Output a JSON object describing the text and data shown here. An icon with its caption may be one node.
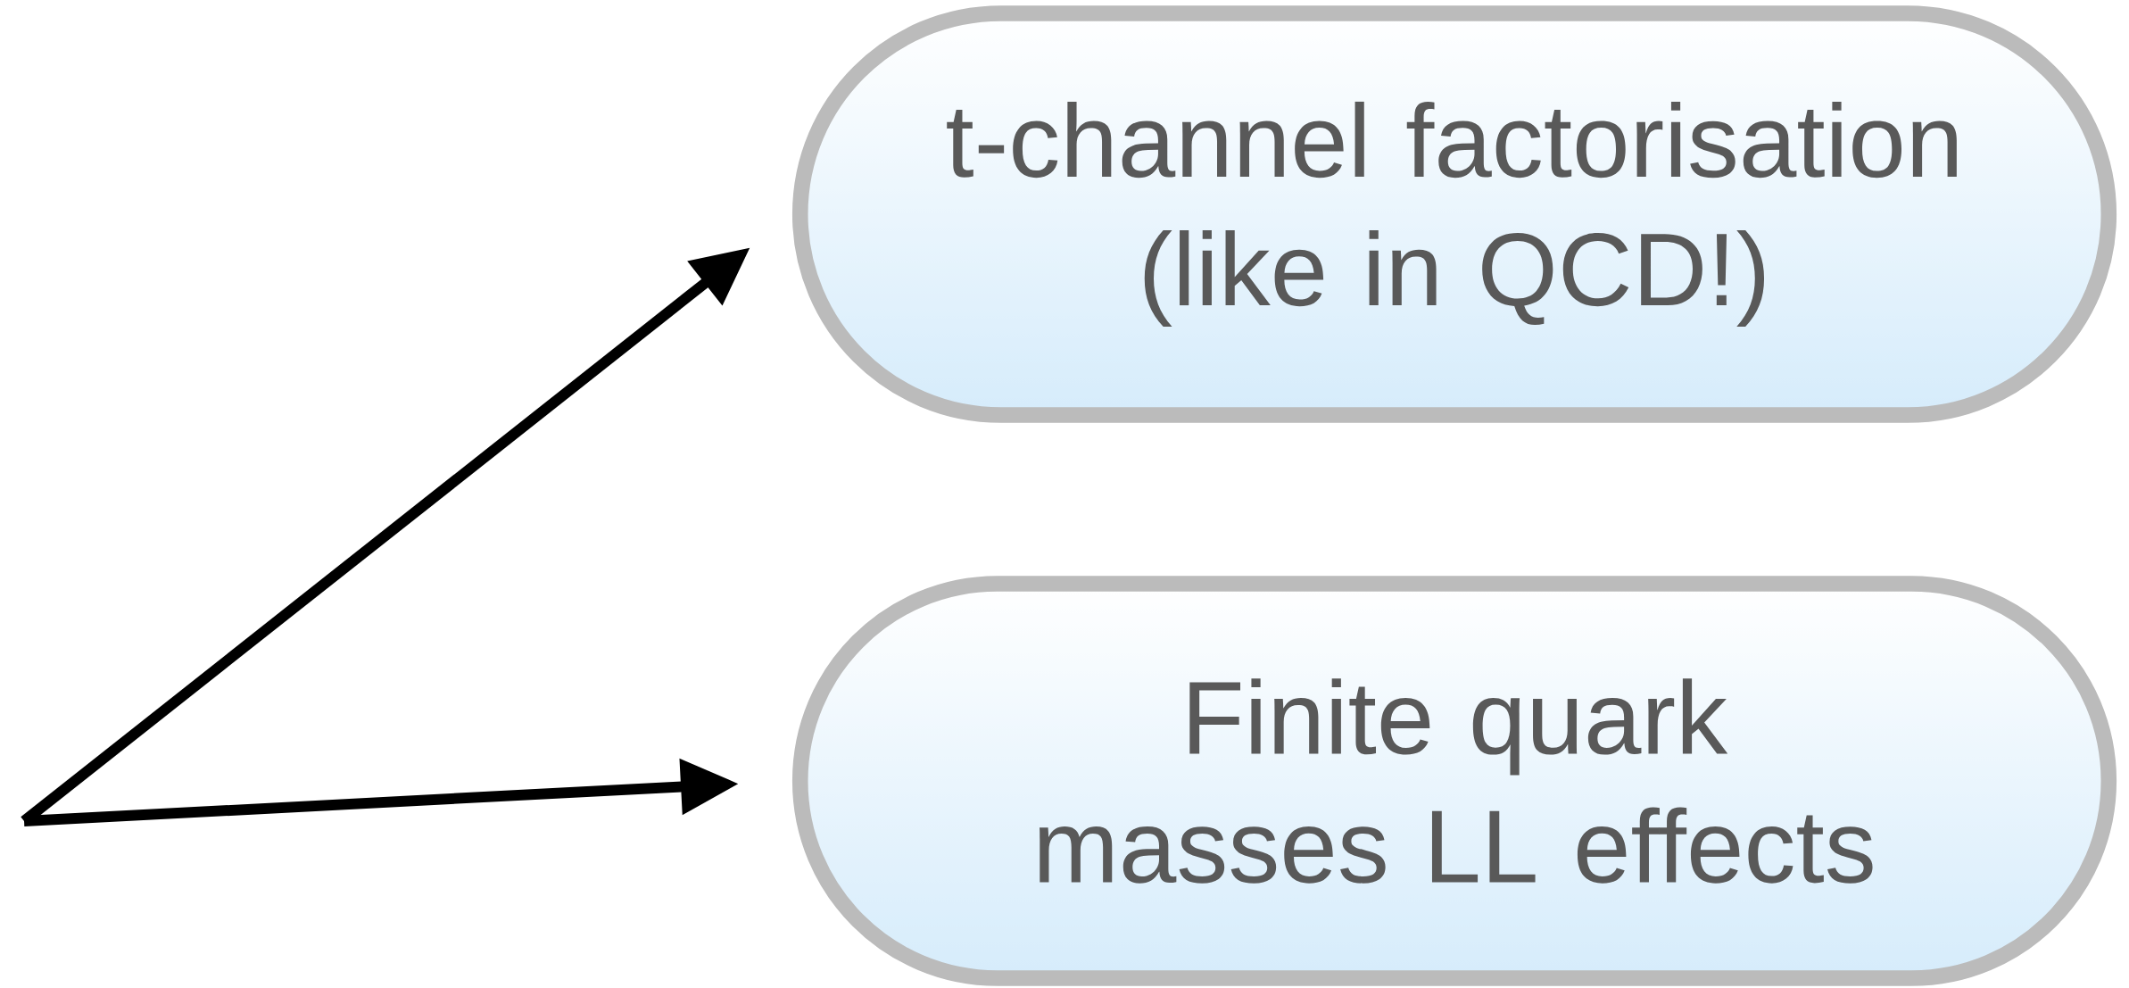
{
  "diagram": {
    "nodes": [
      {
        "text": [
          "t-channel factorisation (like in QCD!)"
        ]
      },
      {
        "text": [
          "Finite quark masses LL effects"
        ]
      }
    ],
    "edges": [
      {
        "from": null,
        "to": 0,
        "arrow": "to"
      },
      {
        "from": null,
        "to": 1,
        "arrow": "to"
      }
    ]
  }
}
